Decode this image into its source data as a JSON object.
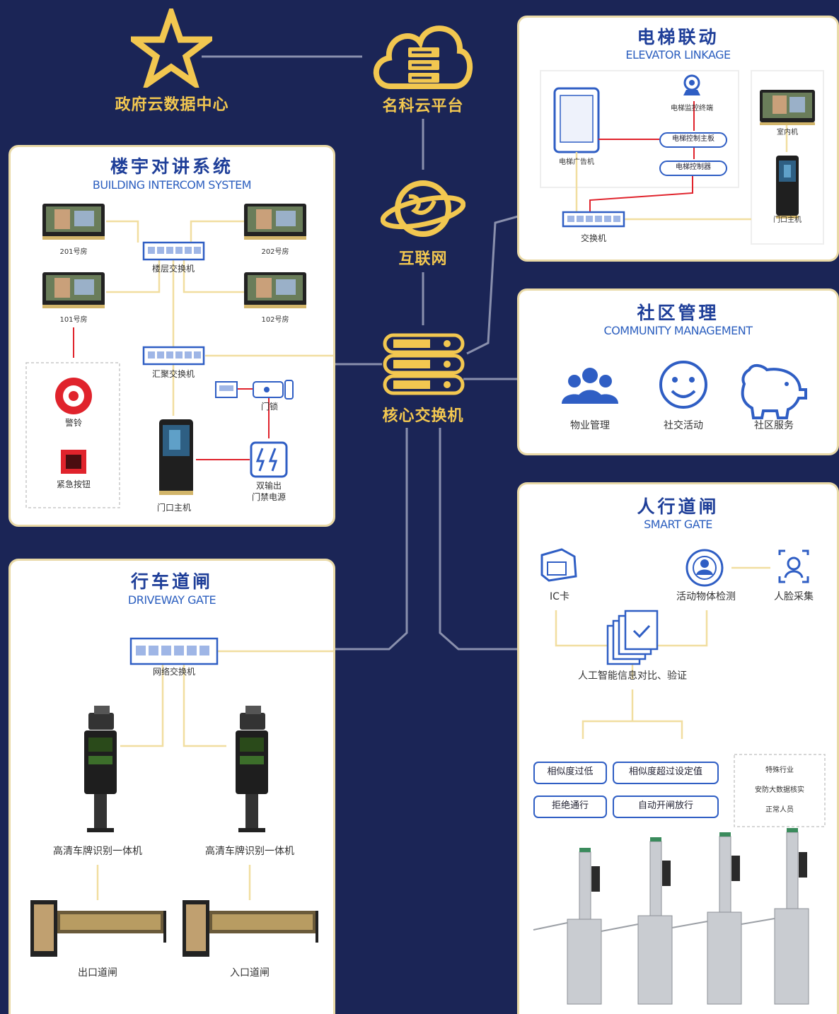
{
  "top": {
    "gov_cloud": "政府云数据中心",
    "platform": "名科云平台",
    "internet": "互联网",
    "core_switch": "核心交换机"
  },
  "elevator": {
    "title": "电梯联动",
    "subtitle": "ELEVATOR LINKAGE",
    "camera": "电梯监控终端",
    "control_board": "电梯控制主板",
    "controller": "电梯控制器",
    "ad_machine": "电梯广告机",
    "indoor": "室内机",
    "door_host": "门口主机",
    "switch": "交换机"
  },
  "intercom": {
    "title": "楼宇对讲系统",
    "subtitle": "BUILDING INTERCOM SYSTEM",
    "room_201": "201号房",
    "room_202": "202号房",
    "room_101": "101号房",
    "room_102": "102号房",
    "floor_switch": "楼层交换机",
    "agg_switch": "汇聚交换机",
    "alarm": "警铃",
    "emergency": "紧急按钮",
    "lock": "门锁",
    "door_host": "门口主机",
    "power_line1": "双输出",
    "power_line2": "门禁电源"
  },
  "community": {
    "title": "社区管理",
    "subtitle": "COMMUNITY MANAGEMENT",
    "items": [
      "物业管理",
      "社交活动",
      "社区服务"
    ]
  },
  "driveway": {
    "title": "行车道闸",
    "subtitle": "DRIVEWAY GATE",
    "switch": "网络交换机",
    "lpr_left": "高清车牌识别一体机",
    "lpr_right": "高清车牌识别一体机",
    "exit": "出口道闸",
    "entry": "入口道闸"
  },
  "gate": {
    "title": "人行道闸",
    "subtitle": "SMART GATE",
    "ic_card": "IC卡",
    "liveness": "活动物体检测",
    "face": "人脸采集",
    "ai": "人工智能信息对比、验证",
    "low_sim": "相似度过低",
    "high_sim": "相似度超过设定值",
    "reject": "拒绝通行",
    "auto_open": "自动开闸放行",
    "note1": "特殊行业",
    "note2": "安防大数据核实",
    "note3": "正常人员"
  },
  "colors": {
    "background": "#1b2556",
    "gold": "#f2c750",
    "title_blue": "#1f3f99",
    "connector_red": "#e0232c",
    "connector_yellow": "#f1dea0"
  }
}
